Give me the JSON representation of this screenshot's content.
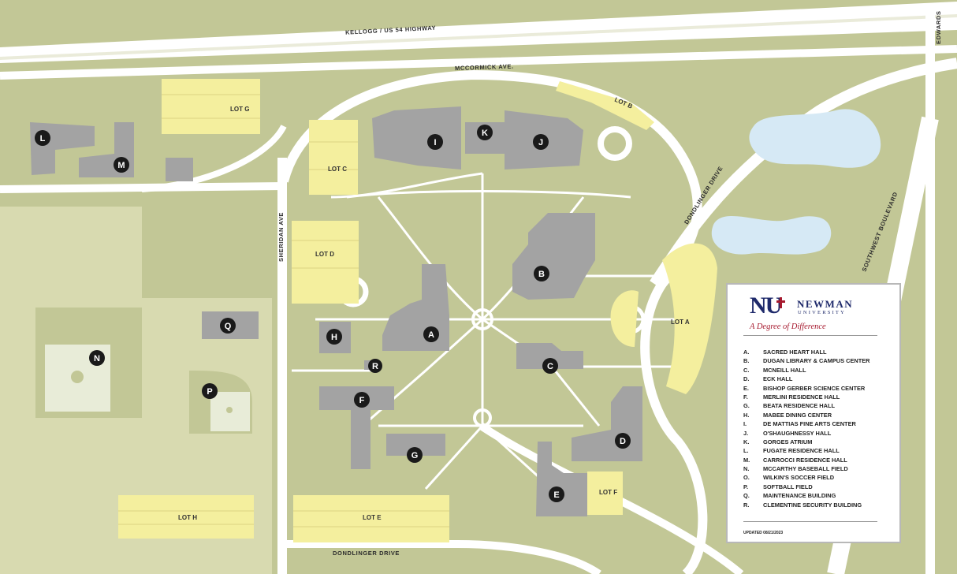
{
  "streets": {
    "kellogg": "KELLOGG / US 54 HIGHWAY",
    "mccormick": "MCCORMICK AVE.",
    "sheridan": "SHERIDAN AVE",
    "dondlinger_drive_ne": "DONDLINGER DRIVE",
    "dondlinger_drive_south": "DONDLINGER DRIVE",
    "southwest_blvd": "SOUTHWEST BOULEVARD",
    "edwards": "EDWARDS"
  },
  "lots": {
    "g": "LOT G",
    "b": "LOT B",
    "c": "LOT C",
    "d": "LOT D",
    "a": "LOT A",
    "f": "LOT F",
    "h": "LOT H",
    "e": "LOT E"
  },
  "markers": {
    "a": "A",
    "b": "B",
    "c": "C",
    "d": "D",
    "e": "E",
    "f": "F",
    "g": "G",
    "h": "H",
    "i": "I",
    "j": "J",
    "k": "K",
    "l": "L",
    "m": "M",
    "n": "N",
    "p": "P",
    "q": "Q",
    "r": "R"
  },
  "legend": {
    "logo_letters": "NU",
    "logo_name": "NEWMAN",
    "logo_sub": "UNIVERSITY",
    "tagline": "A Degree of Difference",
    "items": [
      {
        "key": "A.",
        "label": "SACRED HEART HALL"
      },
      {
        "key": "B.",
        "label": "DUGAN LIBRARY & CAMPUS CENTER"
      },
      {
        "key": "C.",
        "label": "MCNEILL HALL"
      },
      {
        "key": "D.",
        "label": "ECK HALL"
      },
      {
        "key": "E.",
        "label": "BISHOP GERBER SCIENCE CENTER"
      },
      {
        "key": "F.",
        "label": "MERLINI RESIDENCE HALL"
      },
      {
        "key": "G.",
        "label": "BEATA RESIDENCE HALL"
      },
      {
        "key": "H.",
        "label": "MABEE DINING CENTER"
      },
      {
        "key": "I.",
        "label": "DE MATTIAS FINE ARTS CENTER"
      },
      {
        "key": "J.",
        "label": "O'SHAUGHNESSY HALL"
      },
      {
        "key": "K.",
        "label": "GORGES ATRIUM"
      },
      {
        "key": "L.",
        "label": "FUGATE RESIDENCE HALL"
      },
      {
        "key": "M.",
        "label": "CARROCCI RESIDENCE HALL"
      },
      {
        "key": "N.",
        "label": "MCCARTHY BASEBALL FIELD"
      },
      {
        "key": "O.",
        "label": "WILKIN'S SOCCER FIELD"
      },
      {
        "key": "P.",
        "label": "SOFTBALL FIELD"
      },
      {
        "key": "Q.",
        "label": "MAINTENANCE BUILDING"
      },
      {
        "key": "R.",
        "label": "CLEMENTINE SECURITY BUILDING"
      }
    ],
    "updated": "UPDATED 08/21/2023"
  },
  "colors": {
    "grass": "#c2c796",
    "road": "#ffffff",
    "building": "#a3a3a3",
    "parking": "#f4ef9e",
    "water": "#d6e9f5",
    "field": "#e8ecd8",
    "marker": "#1a1a1a",
    "brand_navy": "#1f2a6b",
    "brand_red": "#a6192e"
  }
}
